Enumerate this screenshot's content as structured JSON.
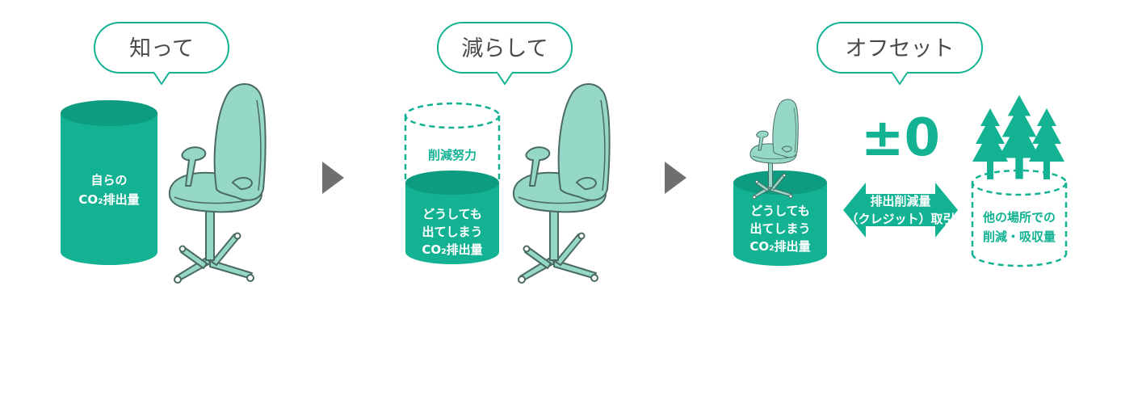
{
  "colors": {
    "primary": "#13b293",
    "primary_dark": "#0d9c80",
    "chair_fill": "#96d8c8",
    "chair_stroke": "#4a6a62",
    "bubble_stroke": "#13b293",
    "arrow": "#6f6f6f",
    "text": "#4a4a4a"
  },
  "steps": [
    {
      "bubble": "知って",
      "cylinder_lines": [
        "自らの",
        "CO₂排出量"
      ]
    },
    {
      "bubble": "減らして",
      "reduction_label": "削減努力",
      "cylinder_lines": [
        "どうしても",
        "出てしまう",
        "CO₂排出量"
      ]
    },
    {
      "bubble": "オフセット",
      "cylinder_lines": [
        "どうしても",
        "出てしまう",
        "CO₂排出量"
      ]
    }
  ],
  "offset": {
    "balance": "±0",
    "trade_lines": [
      "排出削減量",
      "（クレジット）取引"
    ],
    "other_lines": [
      "他の場所での",
      "削減・吸収量"
    ]
  },
  "icons": [
    "speech-bubble-icon",
    "office-chair-icon",
    "next-step-arrow-icon",
    "tree-icon",
    "double-arrow-icon"
  ]
}
